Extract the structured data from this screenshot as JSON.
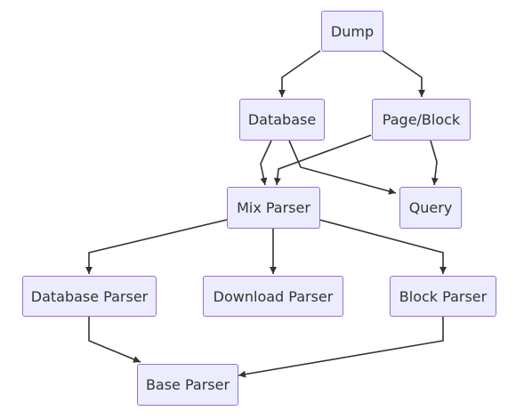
{
  "diagram": {
    "type": "flowchart",
    "direction": "top-down",
    "colors": {
      "node_fill": "#ececff",
      "node_border": "#9370db",
      "text": "#333333",
      "edge": "#333333"
    },
    "nodes": {
      "dump": "Dump",
      "database": "Database",
      "page_block": "Page/Block",
      "mix_parser": "Mix Parser",
      "query": "Query",
      "database_parser": "Database Parser",
      "download_parser": "Download Parser",
      "block_parser": "Block Parser",
      "base_parser": "Base Parser"
    },
    "edges": [
      [
        "dump",
        "database"
      ],
      [
        "dump",
        "page_block"
      ],
      [
        "database",
        "mix_parser"
      ],
      [
        "database",
        "query"
      ],
      [
        "page_block",
        "mix_parser"
      ],
      [
        "page_block",
        "query"
      ],
      [
        "mix_parser",
        "database_parser"
      ],
      [
        "mix_parser",
        "download_parser"
      ],
      [
        "mix_parser",
        "block_parser"
      ],
      [
        "database_parser",
        "base_parser"
      ],
      [
        "block_parser",
        "base_parser"
      ]
    ]
  }
}
